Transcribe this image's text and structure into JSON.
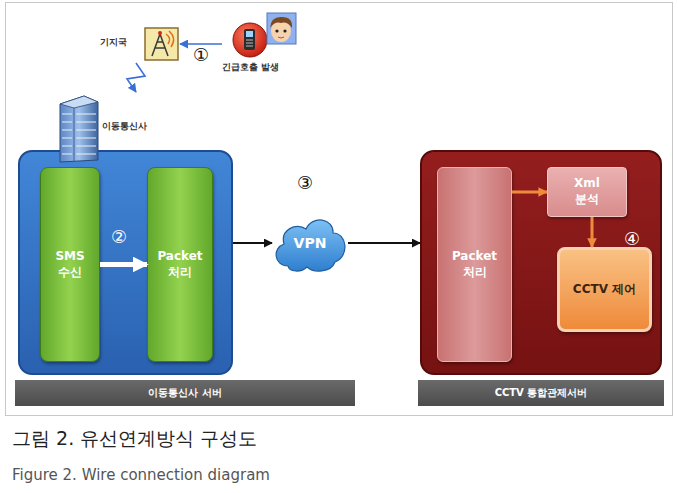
{
  "diagram": {
    "caption": "그림 2. 유선연계방식 구성도",
    "nodes": [
      {
        "text": [
          "기지국"
        ]
      },
      {
        "text": [
          "긴급호출 발생"
        ]
      },
      {
        "text": [
          "이동통신사"
        ]
      },
      {
        "text": [
          "이동통신사 서버"
        ]
      },
      {
        "text": [
          "SMS 수신"
        ],
        "in": 3
      },
      {
        "text": [
          "Packet 처리"
        ],
        "in": 3
      },
      {
        "text": [
          "VPN"
        ]
      },
      {
        "text": [
          "CCTV 통합관제서버"
        ]
      },
      {
        "text": [
          "Packet 처리"
        ],
        "in": 7
      },
      {
        "text": [
          "Xml 분석"
        ],
        "in": 7
      },
      {
        "text": [
          "CCTV 제어"
        ],
        "in": 7
      }
    ],
    "edges": [
      {
        "from": 1,
        "to": 0,
        "arrow": "to"
      },
      {
        "from": 0,
        "to": 2,
        "arrow": "to"
      },
      {
        "from": 4,
        "to": 5,
        "arrow": "to"
      },
      {
        "from": 3,
        "to": 6,
        "arrow": "to"
      },
      {
        "from": 6,
        "to": 7,
        "arrow": "to"
      },
      {
        "from": 8,
        "to": 9,
        "arrow": "to"
      },
      {
        "from": 9,
        "to": 10,
        "arrow": "to"
      }
    ],
    "labels": [
      "①",
      "②",
      "③",
      "④",
      "Figure 2. Wire connection diagram"
    ]
  }
}
